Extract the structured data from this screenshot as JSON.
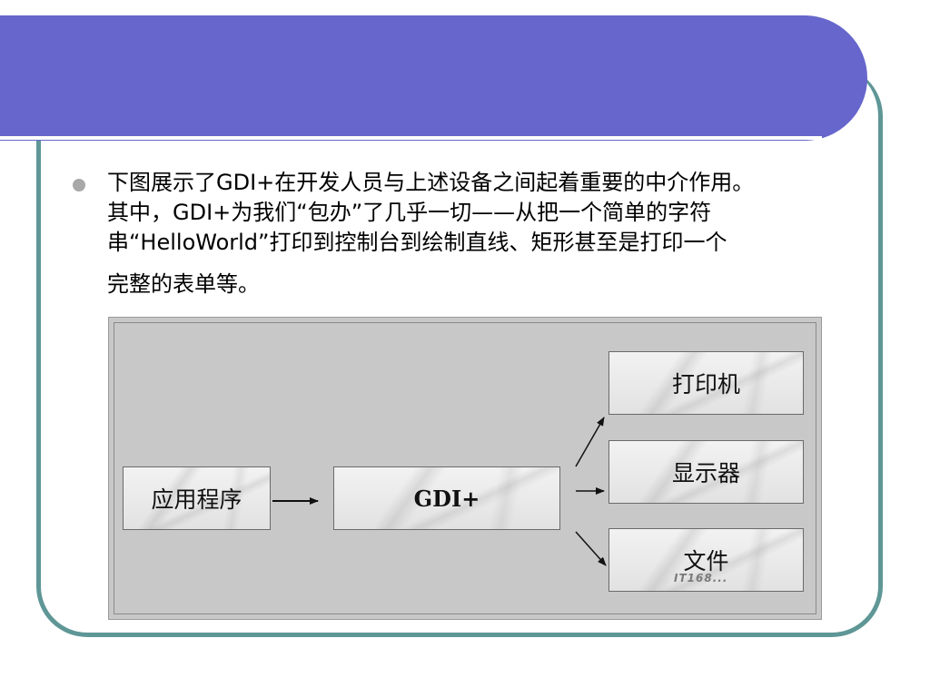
{
  "slide": {
    "colors": {
      "header_band": "#6666cc",
      "frame_border": "#5f9696",
      "bullet": "#a8a8a8",
      "diagram_bg": "#c8c8c8"
    },
    "bullet": {
      "lines": [
        "下图展示了GDI+在开发人员与上述设备之间起着重要的中介作用。",
        "其中，GDI+为我们“包办”了几乎一切——从把一个简单的字符",
        "串“HelloWorld”打印到控制台到绘制直线、矩形甚至是打印一个",
        "完整的表单等。"
      ]
    },
    "diagram": {
      "nodes": {
        "app": "应用程序",
        "gdi": "GDI+",
        "printer": "打印机",
        "display": "显示器",
        "file": "文件"
      },
      "watermark": "IT168..."
    }
  }
}
